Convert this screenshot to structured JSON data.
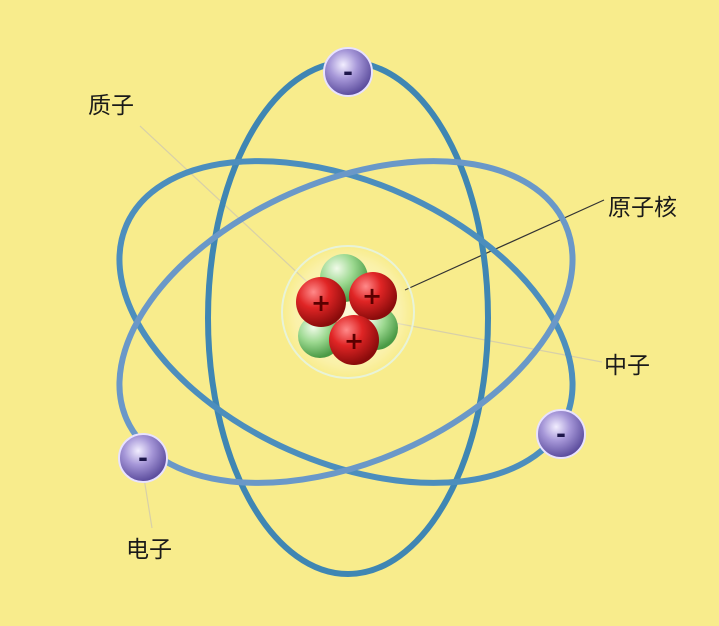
{
  "labels": {
    "proton": "质子",
    "nucleus": "原子核",
    "neutron": "中子",
    "electron": "电子"
  },
  "symbols": {
    "proton_sign": "+",
    "electron_sign": "-"
  },
  "colors": {
    "background": "#f8ec8c",
    "orbit": "#3f86b3",
    "proton": "#d81f1f",
    "neutron": "#8fd08a",
    "electron": "#8f80c8"
  }
}
